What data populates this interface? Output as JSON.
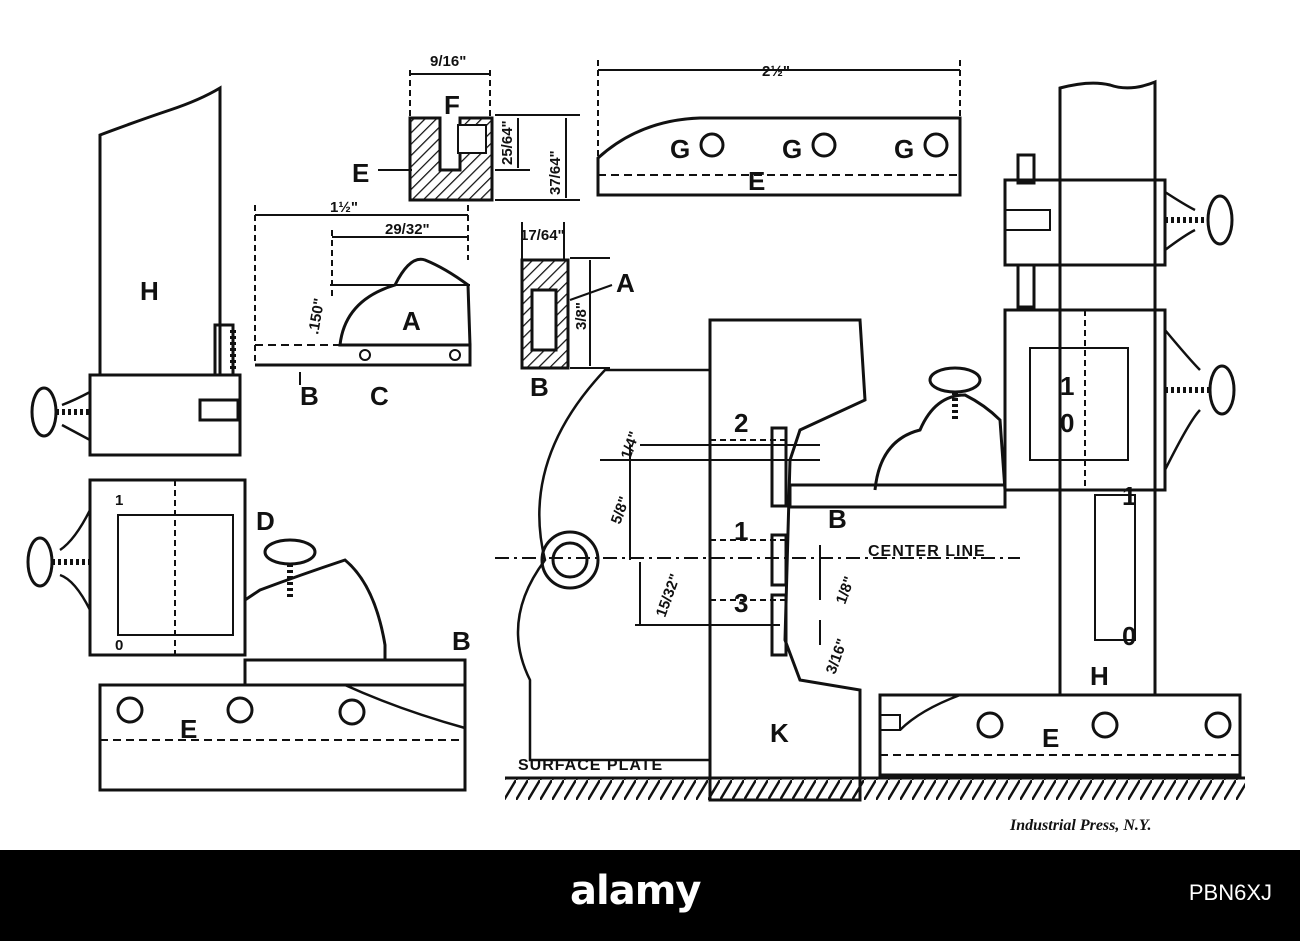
{
  "labels": {
    "F": "F",
    "E": "E",
    "H": "H",
    "A": "A",
    "B": "B",
    "C": "C",
    "D": "D",
    "G": "G",
    "K": "K",
    "one": "1",
    "zero": "0",
    "two": "2",
    "three": "3"
  },
  "dimensions": {
    "w9_16": "9/16\"",
    "h25_64": "25/64\"",
    "h37_64": "37/64\"",
    "w2_half": "2½\"",
    "w1_half": "1½\"",
    "w29_32": "29/32\"",
    "w17_64": "17/64\"",
    "h3_8": "3/8\"",
    "t150": ".150\"",
    "d5_8": "5/8\"",
    "d15_32": "15/32\"",
    "d1_8": "1/8\"",
    "d3_16": "3/16\"",
    "d1_4": "1/4\""
  },
  "captions": {
    "center_line": "CENTER LINE",
    "surface_plate": "SURFACE PLATE",
    "publisher": "Industrial Press, N.Y."
  },
  "footer": {
    "logo": "alamy",
    "stock_id": "PBN6XJ"
  },
  "colors": {
    "ink": "#111111",
    "footer_bg": "#000000",
    "footer_text": "#ffffff"
  }
}
